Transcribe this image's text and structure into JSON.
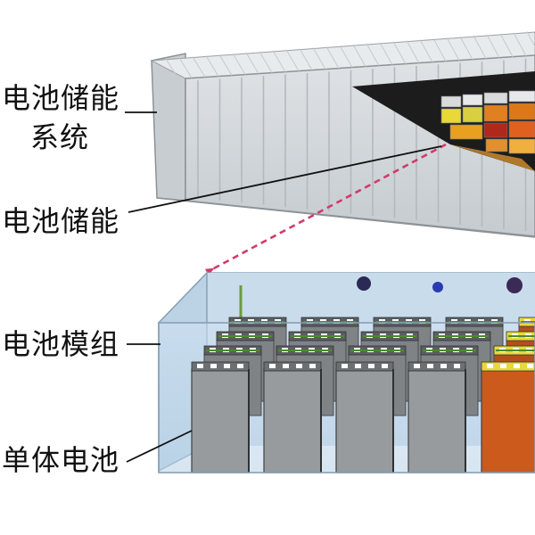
{
  "labels": {
    "system_line1": "电池储能",
    "system_line2": "系统",
    "storage": "电池储能",
    "module": "电池模组",
    "cell": "单体电池"
  },
  "colors": {
    "container_face": "#d4d9dd",
    "container_top": "#e6eaec",
    "module_box": "#c2d9ec",
    "cell_gray": "#979b9e",
    "cell_highlight": "#cc5a1c",
    "dashed_arrow": "#d23a6a",
    "heat_yellow": "#e8d838",
    "heat_orange": "#e08020",
    "heat_red": "#b0281c"
  },
  "icons": [
    "dashed-arrow-icon",
    "terminal-icon"
  ]
}
